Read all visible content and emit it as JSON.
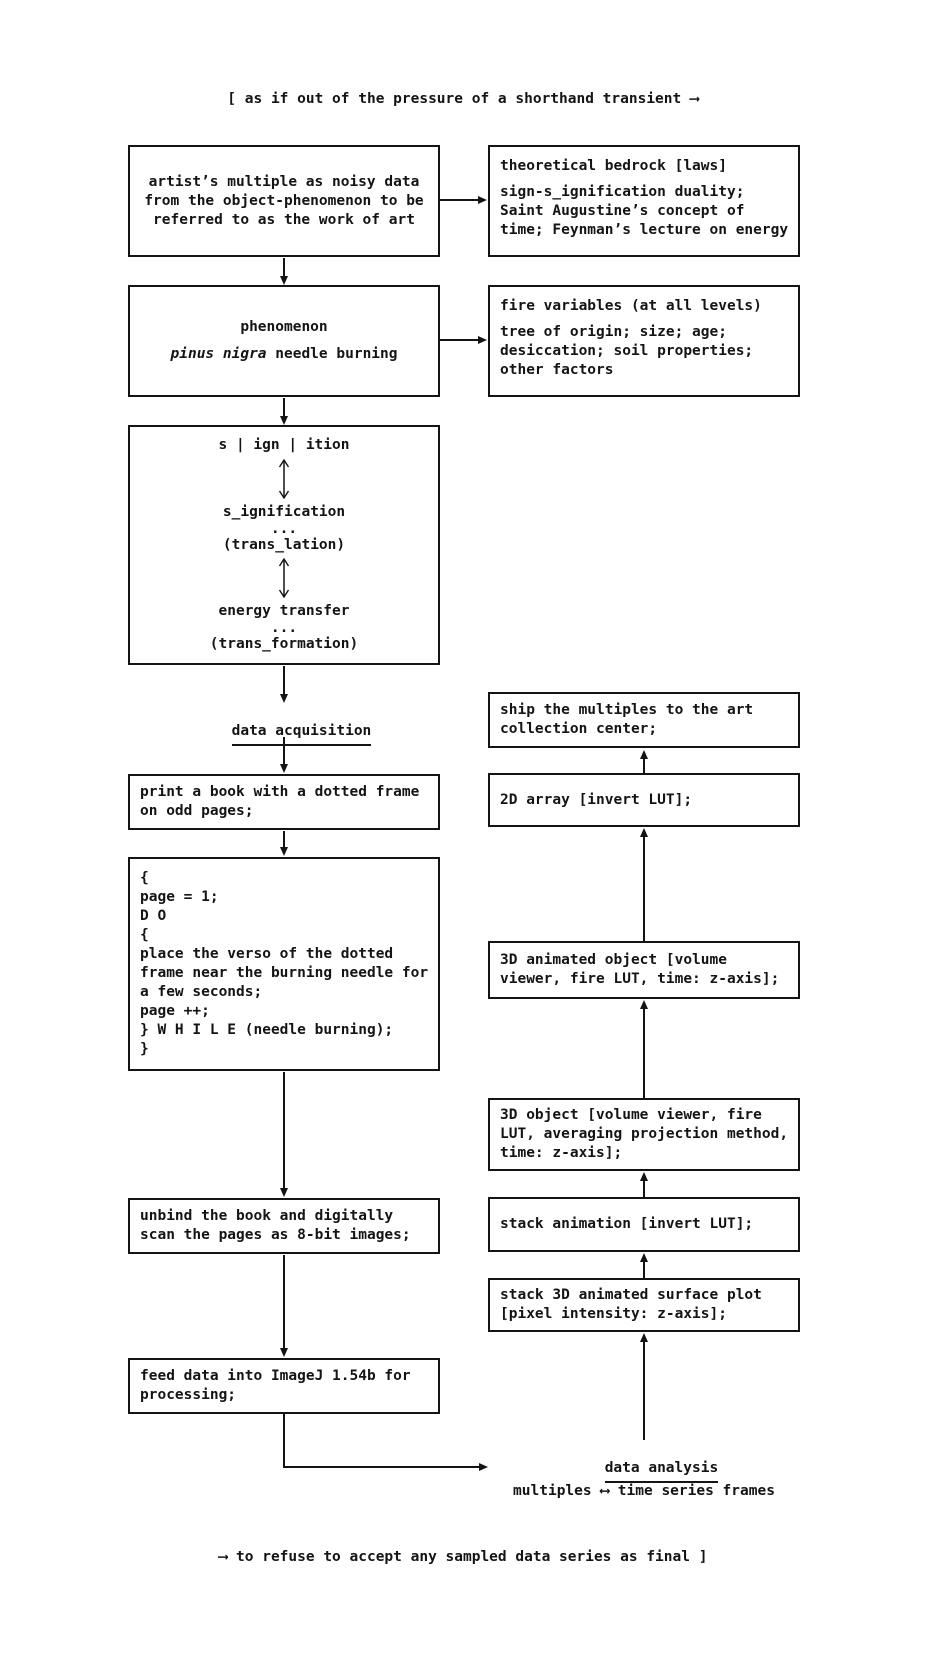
{
  "colors": {
    "ink": "#141414",
    "background": "#ffffff"
  },
  "captions": {
    "top": "[ as if out of the pressure of a shorthand transient ⟶",
    "bottom": "⟶ to refuse to accept any sampled data series as final ]",
    "multiples": "multiples ⟷ time series frames"
  },
  "labels": {
    "acquisition": "data acquisition",
    "analysis": "data analysis"
  },
  "left": {
    "artists_multiple": {
      "lines": [
        "artist’s multiple as noisy data",
        "from the object-phenomenon to be",
        "referred to as the work of art"
      ]
    },
    "phenomenon": {
      "title": "phenomenon",
      "species": "pinus nigra",
      "species_rest": "needle burning"
    },
    "signition": {
      "top": "s | ign | ition",
      "signification": "s_ignification",
      "dots1": "...",
      "translation": "(trans_lation)",
      "energy": "energy transfer",
      "dots2": "...",
      "transformation": "(trans_formation)"
    },
    "print_book": {
      "lines": [
        "print a book with a dotted frame",
        "on odd pages;"
      ]
    },
    "code": {
      "lines": [
        "{",
        "page = 1;",
        "D O",
        "{",
        "place the verso of the dotted",
        "frame near the burning needle for",
        "a few seconds;",
        "page ++;",
        "} W H I L E (needle burning);",
        "}"
      ]
    },
    "unbind": {
      "lines": [
        "unbind the book and digitally",
        "scan the pages as 8-bit images;"
      ]
    },
    "imagej": {
      "lines": [
        "feed data into ImageJ 1.54b for",
        "processing;"
      ]
    }
  },
  "right": {
    "theoretical": {
      "heading": "theoretical bedrock [laws]",
      "lines": [
        "sign-s_ignification duality;",
        "Saint Augustine’s concept of",
        "time; Feynman’s lecture on energy"
      ]
    },
    "fire_variables": {
      "heading": "fire variables (at all levels)",
      "lines": [
        "tree of origin; size; age;",
        "desiccation; soil properties;",
        "other factors"
      ]
    },
    "ship": {
      "lines": [
        "ship the multiples to the art",
        "collection center;"
      ]
    },
    "array2d": {
      "text": "2D array [invert LUT];"
    },
    "animated3d": {
      "lines": [
        "3D animated object [volume",
        "viewer, fire LUT, time: z-axis];"
      ]
    },
    "object3d": {
      "lines": [
        "3D object [volume viewer, fire",
        "LUT, averaging projection method,",
        "time: z-axis];"
      ]
    },
    "stack_animation": {
      "text": "stack animation [invert LUT];"
    },
    "surface_plot": {
      "lines": [
        "stack 3D animated surface plot",
        "[pixel intensity: z-axis];"
      ]
    }
  },
  "icons": {
    "bidirectional_arrow": "↕"
  }
}
